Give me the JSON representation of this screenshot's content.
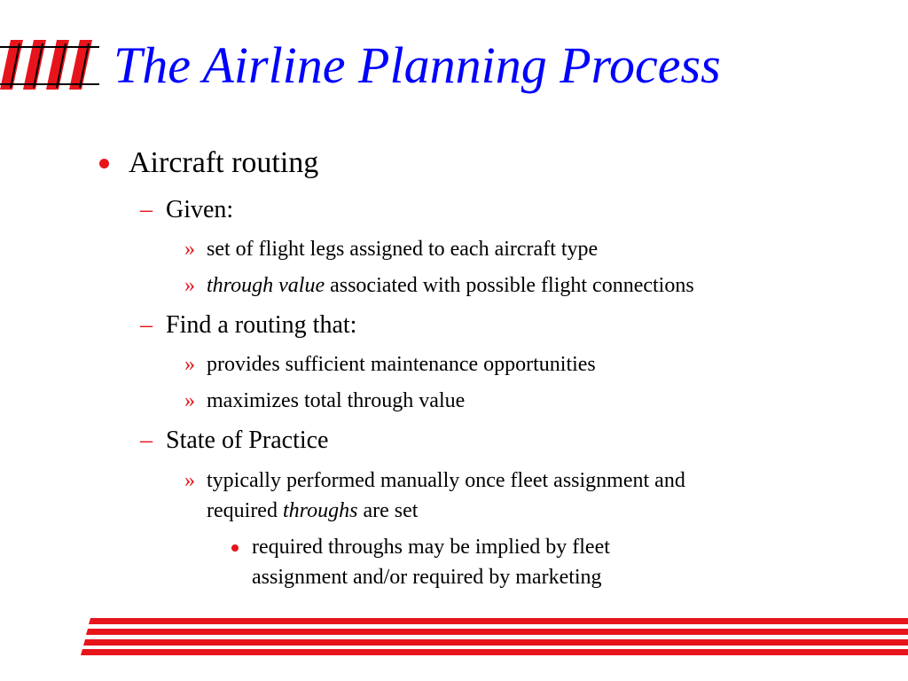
{
  "title": "The Airline Planning Process",
  "colors": {
    "title": "#0000ff",
    "accent": "#e8141b",
    "text": "#000000"
  },
  "icons": {
    "logo": "red-slanted-bars-logo",
    "footer": "red-stripes-decoration"
  },
  "bullets": {
    "aircraft_routing": "Aircraft routing",
    "given": {
      "label": "Given:",
      "items": [
        {
          "text": "set of flight legs assigned to each aircraft type"
        },
        {
          "emph": "through value",
          "rest": " associated with possible flight connections"
        }
      ]
    },
    "find_routing": {
      "label": "Find a routing that:",
      "items": [
        "provides sufficient maintenance opportunities",
        "maximizes total through value"
      ]
    },
    "state_of_practice": {
      "label": "State of Practice",
      "item": {
        "line1": "typically performed manually once fleet assignment and",
        "line2_pre": "required ",
        "line2_emph": "throughs",
        "line2_post": " are set"
      },
      "sub": {
        "line1": "required throughs may be implied by fleet",
        "line2": "assignment and/or required by marketing"
      }
    }
  }
}
